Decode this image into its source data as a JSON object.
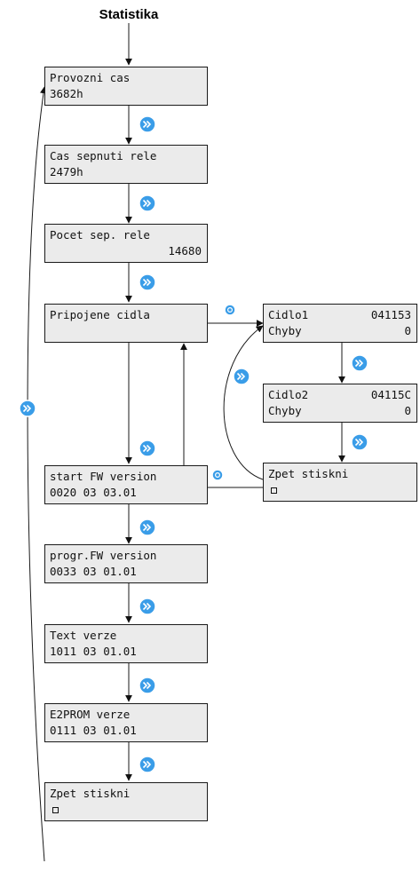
{
  "title": "Statistika",
  "colors": {
    "next_icon": "#3a9de8",
    "ok_icon": "#3a9de8",
    "screen_bg": "#ebebeb",
    "line": "#1a1a1a"
  },
  "icons": {
    "next": "next-double-chevron-icon",
    "ok": "ok-dot-icon"
  },
  "screens": {
    "provozni": {
      "l1": "Provozni cas",
      "l2": "3682h"
    },
    "sepnuti": {
      "l1": "Cas sepnuti rele",
      "l2": "2479h"
    },
    "pocet": {
      "l1": "Pocet sep. rele",
      "l2r": "14680"
    },
    "pripojene": {
      "l1": "Pripojene cidla"
    },
    "cidlo1": {
      "l1a": "Cidlo1",
      "l1b": "041153",
      "l2a": "Chyby",
      "l2b": "0"
    },
    "cidlo2": {
      "l1a": "Cidlo2",
      "l1b": "04115C",
      "l2a": "Chyby",
      "l2b": "0"
    },
    "zpet_sub": {
      "l1": "Zpet stiskni"
    },
    "start_fw": {
      "l1": "start FW version",
      "l2": "0020 03 03.01"
    },
    "progr_fw": {
      "l1": "progr.FW version",
      "l2": "0033 03 01.01"
    },
    "text_verze": {
      "l1": "Text verze",
      "l2": "1011 03 01.01"
    },
    "e2prom": {
      "l1": "E2PROM verze",
      "l2": "0111 03 01.01"
    },
    "zpet_main": {
      "l1": "Zpet stiskni"
    }
  }
}
